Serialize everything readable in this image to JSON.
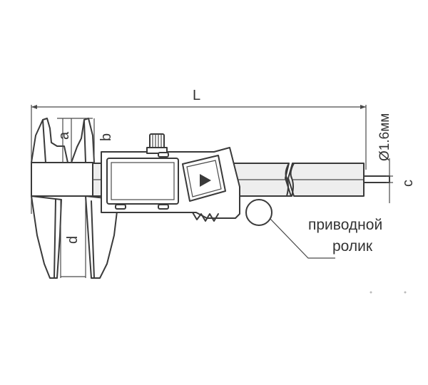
{
  "dimensions": {
    "length": "L",
    "jaw_a": "a",
    "jaw_b": "b",
    "depth_d": "d",
    "rod_diameter": "Ø1.6мм",
    "rod_c": "c"
  },
  "callout": {
    "line1": "приводной",
    "line2": "ролик"
  }
}
